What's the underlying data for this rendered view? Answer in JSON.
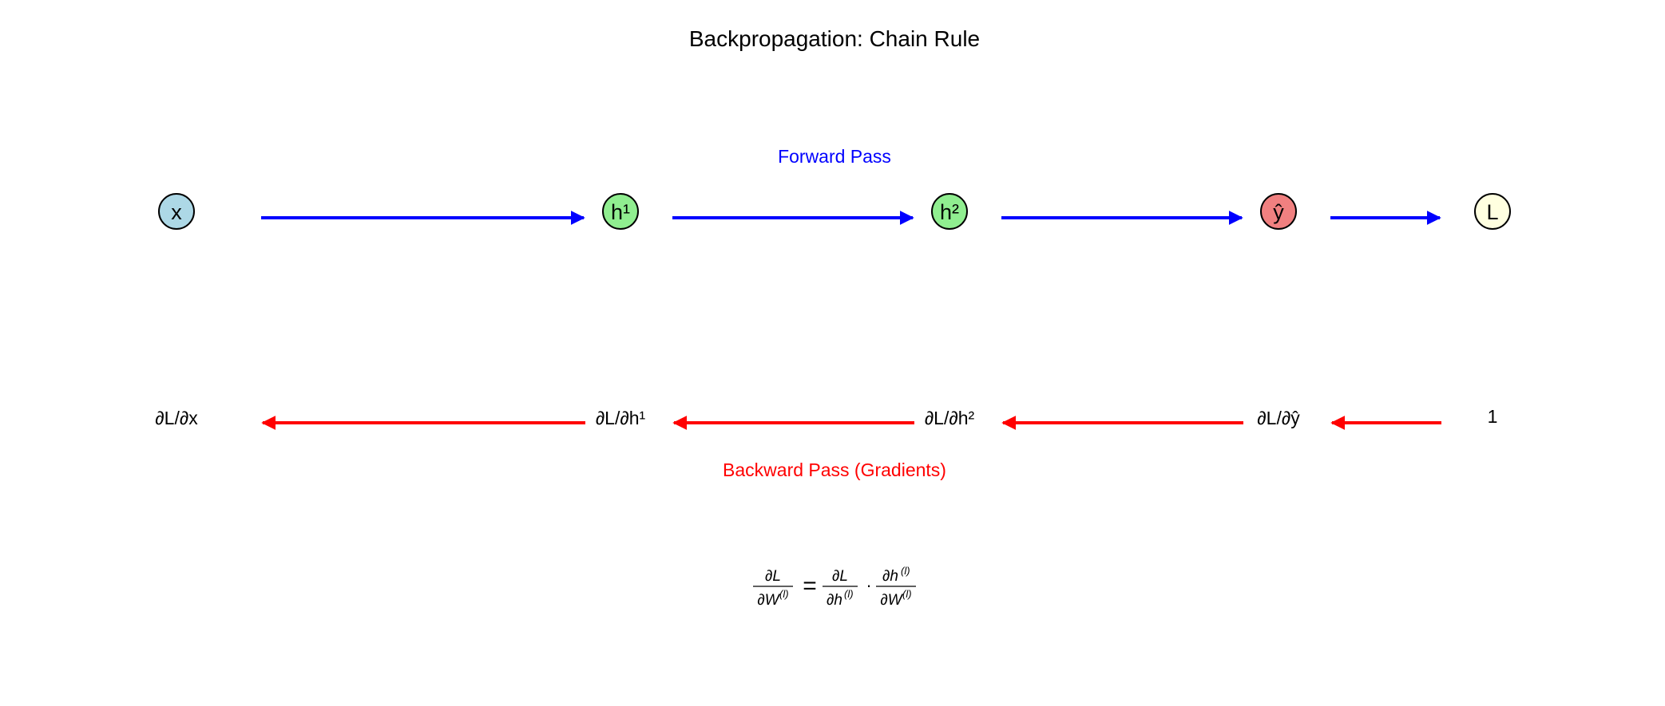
{
  "title": "Backpropagation: Chain Rule",
  "forward_label": "Forward Pass",
  "backward_label": "Backward Pass (Gradients)",
  "colors": {
    "forward": "#0000ff",
    "backward": "#ff0000",
    "node_stroke": "#000000"
  },
  "nodes": [
    {
      "label": "x",
      "fill": "#add8e6"
    },
    {
      "label": "h¹",
      "fill": "#90ee90"
    },
    {
      "label": "h²",
      "fill": "#90ee90"
    },
    {
      "label": "ŷ",
      "fill": "#f08080"
    },
    {
      "label": "L",
      "fill": "#ffffe0"
    }
  ],
  "gradients": [
    "∂L/∂x",
    "∂L/∂h¹",
    "∂L/∂h²",
    "∂L/∂ŷ",
    "1"
  ],
  "formula": {
    "lhs": {
      "num": "∂L",
      "den": "∂W",
      "den_sup": "(l)"
    },
    "equals": "=",
    "term1": {
      "num": "∂L",
      "den": "∂h",
      "den_sup": "(l)"
    },
    "dot": "·",
    "term2": {
      "num": "∂h",
      "num_sup": "(l)",
      "den": "∂W",
      "den_sup": "(l)"
    }
  }
}
